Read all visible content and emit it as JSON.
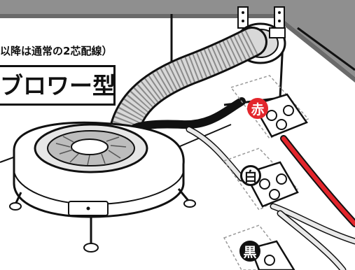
{
  "caption": "以降は通常の2芯配線）",
  "title": "ブロワー型",
  "terminals": {
    "red_label": "赤",
    "white_label": "白",
    "black_label": "黒"
  },
  "colors": {
    "wall": "#8f8f8f",
    "wire_red": "#e3262c",
    "wire_black": "#111111",
    "badge_red": "#e3262c"
  }
}
